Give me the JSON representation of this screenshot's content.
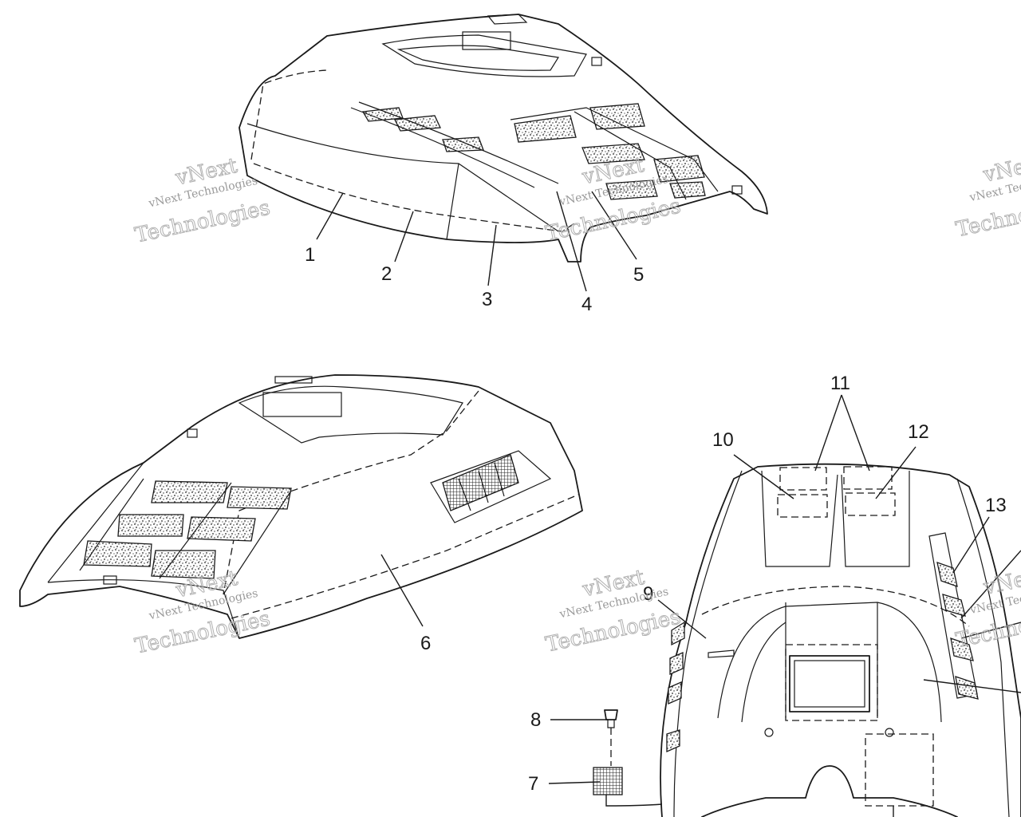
{
  "watermark": {
    "line1": "vNext",
    "line2": "vNext Technologies",
    "line3": "Technologies"
  },
  "callouts": [
    {
      "id": "1",
      "label": "1"
    },
    {
      "id": "2",
      "label": "2"
    },
    {
      "id": "3",
      "label": "3"
    },
    {
      "id": "4",
      "label": "4"
    },
    {
      "id": "5",
      "label": "5"
    },
    {
      "id": "6",
      "label": "6"
    },
    {
      "id": "7",
      "label": "7"
    },
    {
      "id": "8",
      "label": "8"
    },
    {
      "id": "9",
      "label": "9"
    },
    {
      "id": "10",
      "label": "10"
    },
    {
      "id": "11",
      "label": "11"
    },
    {
      "id": "12",
      "label": "12"
    },
    {
      "id": "13",
      "label": "13"
    }
  ],
  "colors": {
    "line": "#1a1a1a",
    "watermark": "#9a9a9a",
    "background": "#ffffff"
  }
}
